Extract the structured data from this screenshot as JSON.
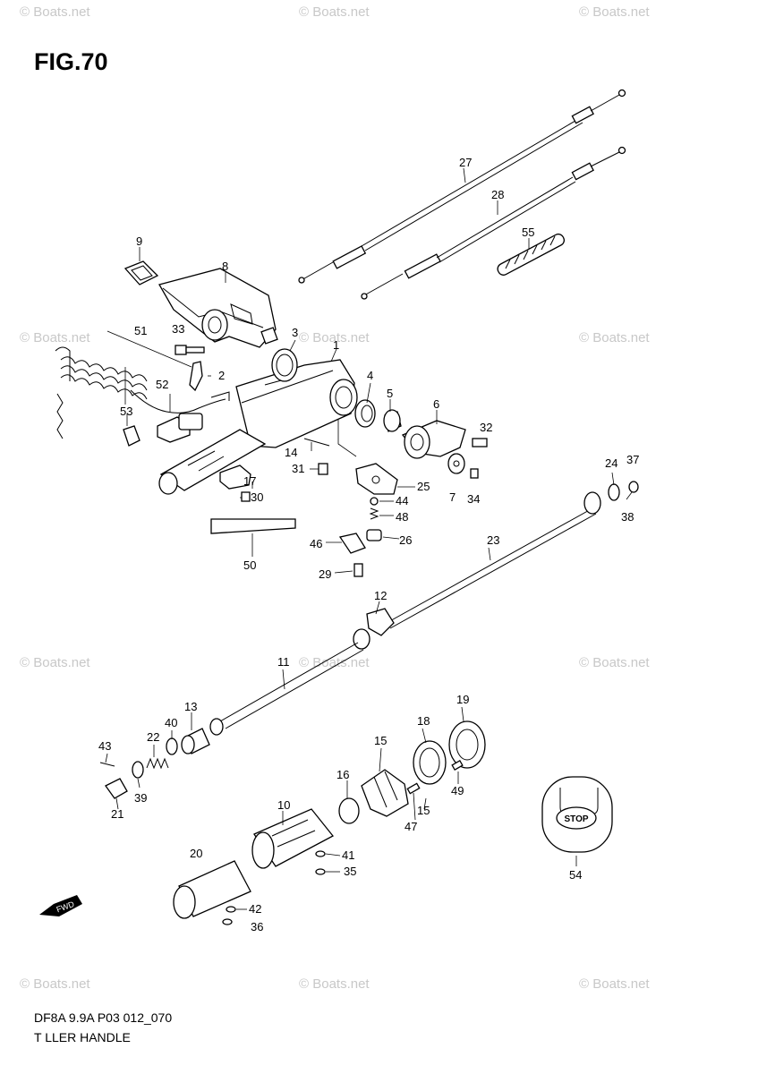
{
  "figure": {
    "title": "FIG.70",
    "code": "DF8A 9.9A P03 012_070",
    "name": "T LLER HANDLE"
  },
  "watermarks": [
    "© Boats.net",
    "© Boats.net",
    "© Boats.net",
    "© Boats.net",
    "© Boats.net",
    "© Boats.net",
    "© Boats.net",
    "© Boats.net",
    "© Boats.net",
    "© Boats.net",
    "© Boats.net",
    "© Boats.net"
  ],
  "fwd_label": "FWD",
  "stop_label": "STOP",
  "callouts": {
    "p1": "1",
    "p2": "2",
    "p3": "3",
    "p4": "4",
    "p5": "5",
    "p6": "6",
    "p7": "7",
    "p8": "8",
    "p9": "9",
    "p10": "10",
    "p11": "11",
    "p12": "12",
    "p13": "13",
    "p14": "14",
    "p15a": "15",
    "p15b": "15",
    "p16": "16",
    "p17": "17",
    "p18": "18",
    "p19": "19",
    "p20": "20",
    "p21": "21",
    "p22": "22",
    "p23": "23",
    "p24": "24",
    "p25": "25",
    "p26": "26",
    "p27": "27",
    "p28": "28",
    "p29": "29",
    "p30": "30",
    "p31": "31",
    "p32": "32",
    "p33": "33",
    "p34": "34",
    "p35": "35",
    "p36": "36",
    "p37": "37",
    "p38": "38",
    "p39": "39",
    "p40": "40",
    "p41": "41",
    "p42": "42",
    "p43": "43",
    "p44": "44",
    "p46": "46",
    "p47": "47",
    "p48": "48",
    "p49": "49",
    "p50": "50",
    "p51": "51",
    "p52": "52",
    "p53": "53",
    "p54": "54",
    "p55": "55"
  }
}
